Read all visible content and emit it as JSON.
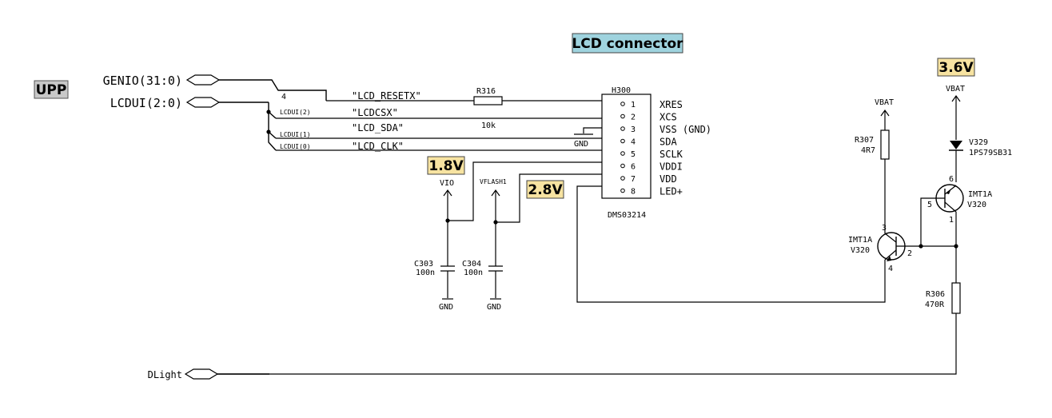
{
  "labels": {
    "upp": "UPP",
    "lcd_connector": "LCD connector",
    "v18": "1.8V",
    "v28": "2.8V",
    "v36": "3.6V"
  },
  "ports": {
    "genio": "GENIO(31:0)",
    "lcdui": "LCDUI(2:0)",
    "dlight": "DLight"
  },
  "nets": {
    "bus_tap": "4",
    "reset": "\"LCD_RESETX\"",
    "csx": "\"LCDCSX\"",
    "sda": "\"LCD_SDA\"",
    "clk": "\"LCD_CLK\"",
    "lcdui2": "LCDUI(2)",
    "lcdui1": "LCDUI(1)",
    "lcdui0": "LCDUI(0)"
  },
  "connector": {
    "ref": "H300",
    "part": "DMS03214",
    "pins": [
      {
        "num": "1",
        "name": "XRES"
      },
      {
        "num": "2",
        "name": "XCS"
      },
      {
        "num": "3",
        "name": "VSS (GND)"
      },
      {
        "num": "4",
        "name": "SDA"
      },
      {
        "num": "5",
        "name": "SCLK"
      },
      {
        "num": "6",
        "name": "VDDI"
      },
      {
        "num": "7",
        "name": "VDD"
      },
      {
        "num": "8",
        "name": "LED+"
      }
    ]
  },
  "parts": {
    "r316": {
      "ref": "R316",
      "value": "10k"
    },
    "c303": {
      "ref": "C303",
      "value": "100n"
    },
    "c304": {
      "ref": "C304",
      "value": "100n"
    },
    "r307": {
      "ref": "R307",
      "value": "4R7"
    },
    "r306": {
      "ref": "R306",
      "value": "470R"
    },
    "v329": {
      "ref": "V329",
      "value": "1PS79SB31"
    },
    "q_upper": {
      "ref": "IMT1A",
      "value": "V320",
      "pin_e": "6",
      "pin_b": "5",
      "pin_c": "1"
    },
    "q_lower": {
      "ref": "IMT1A",
      "value": "V320",
      "pin_c": "3",
      "pin_b": "2",
      "pin_e": "4"
    }
  },
  "power": {
    "gnd": "GND",
    "vio": "VIO",
    "vflash": "VFLASH1",
    "vbat": "VBAT"
  },
  "colors": {
    "voltage_tag": "#f7e3a1",
    "connector_tag": "#9fd3de",
    "upp_tag": "#c8c8c8",
    "wire": "#000000"
  }
}
